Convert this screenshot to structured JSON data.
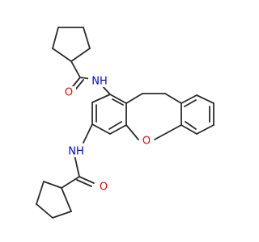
{
  "molecule": {
    "labels": {
      "upper_amide_oxygen": "O",
      "upper_amide_nh": "NH",
      "ring_oxygen": "O",
      "lower_amide_nh": "NH",
      "lower_amide_oxygen": "O"
    },
    "colors": {
      "bond": "#2b2b2b",
      "oxygen": "#ff0000",
      "nitrogen": "#0000ff"
    }
  }
}
